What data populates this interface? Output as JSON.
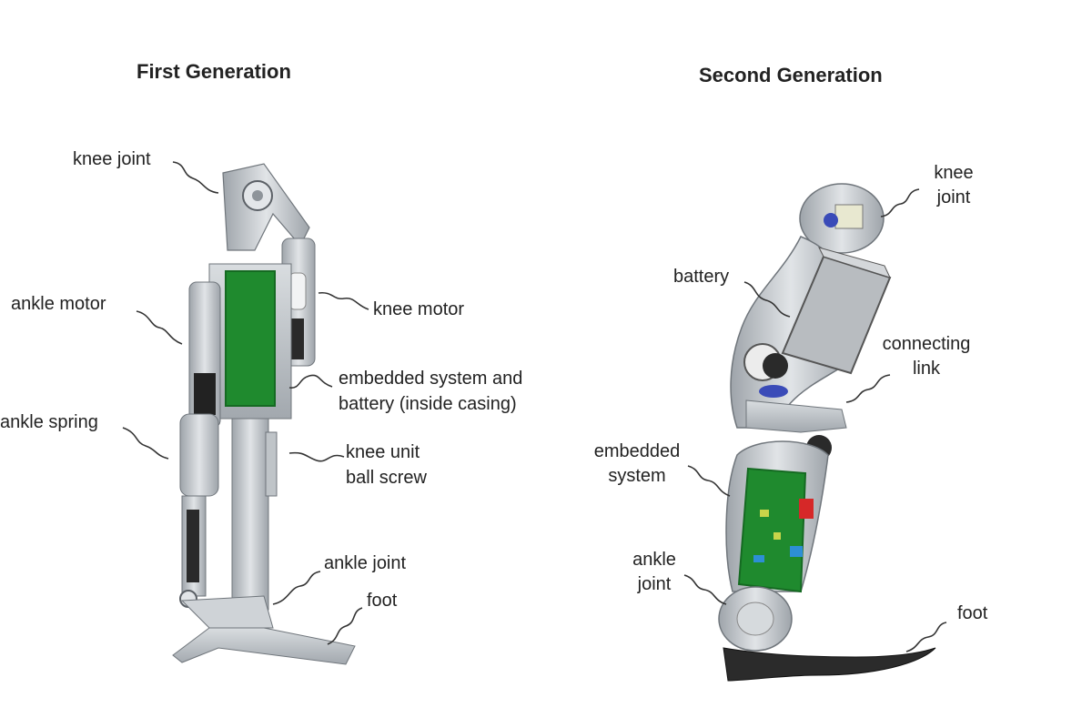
{
  "panels": {
    "first": {
      "title": "First Generation",
      "labels": {
        "knee_joint": "knee joint",
        "ankle_motor": "ankle motor",
        "knee_motor": "knee motor",
        "embedded_line1": "embedded system and",
        "embedded_line2": "battery (inside casing)",
        "ankle_spring": "ankle spring",
        "ball_screw_line1": "knee unit",
        "ball_screw_line2": "ball screw",
        "ankle_joint": "ankle joint",
        "foot": "foot"
      }
    },
    "second": {
      "title": "Second Generation",
      "labels": {
        "knee_line1": "knee",
        "knee_line2": "joint",
        "battery": "battery",
        "connecting_line1": "connecting",
        "connecting_line2": "link",
        "embedded_line1": "embedded",
        "embedded_line2": "system",
        "ankle_line1": "ankle",
        "ankle_line2": "joint",
        "foot": "foot"
      }
    }
  },
  "colors": {
    "metal": "#c7cbd0",
    "metal_dark": "#8f959c",
    "pcb": "#1f8a2e",
    "pcb_dark": "#156a22",
    "rubber": "#2b2b2b"
  }
}
